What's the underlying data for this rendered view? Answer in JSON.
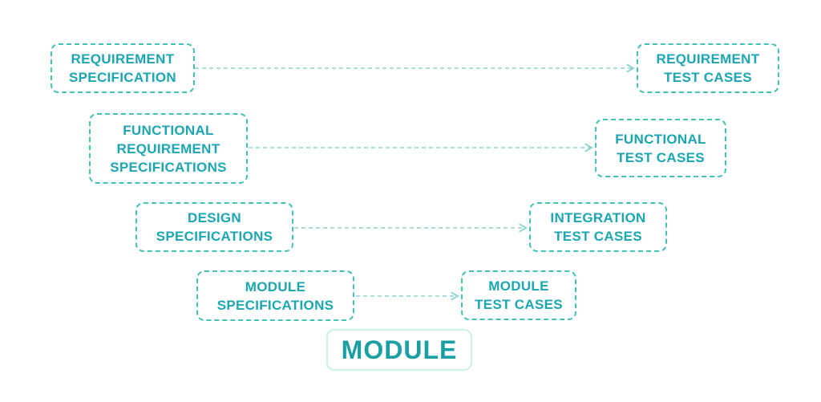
{
  "left_column": [
    {
      "lines": [
        "REQUIREMENT",
        "SPECIFICATION"
      ]
    },
    {
      "lines": [
        "FUNCTIONAL",
        "REQUIREMENT",
        "SPECIFICATIONS"
      ]
    },
    {
      "lines": [
        "DESIGN",
        "SPECIFICATIONS"
      ]
    },
    {
      "lines": [
        "MODULE",
        "SPECIFICATIONS"
      ]
    }
  ],
  "right_column": [
    {
      "lines": [
        "REQUIREMENT",
        "TEST CASES"
      ]
    },
    {
      "lines": [
        "FUNCTIONAL",
        "TEST CASES"
      ]
    },
    {
      "lines": [
        "INTEGRATION",
        "TEST CASES"
      ]
    },
    {
      "lines": [
        "MODULE",
        "TEST CASES"
      ]
    }
  ],
  "base": {
    "label": "MODULE"
  },
  "colors": {
    "text": "#1ca6b1",
    "border": "#43c2b2",
    "connector": "#8fd3ce",
    "base_border": "#cfeeea"
  }
}
